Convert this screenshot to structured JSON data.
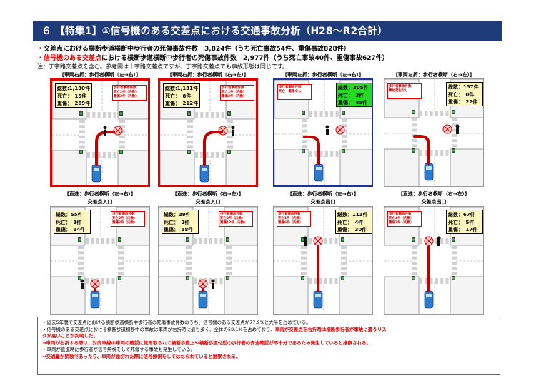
{
  "header": {
    "title": "６ 【特集1】①信号機のある交差点における交通事故分析（H28～R2合計）"
  },
  "summary": {
    "line1": "・交差点における横断歩道横断中歩行者の死傷事故件数　3,824件（うち死亡事故54件、重傷事故828件）",
    "line2_red": "信号機のある交差点",
    "line2_rest": "における横断歩道横断中歩行者の死傷事故件数　2,977件（うち死亡事故40件、重傷事故627件）",
    "line2_bullet": "・",
    "note": "注：丁字路交差点を含む。参考図は十字路交差点ですが、丁字路交差点でも事故形態は同じです。"
  },
  "panels": [
    {
      "title": "【車両右折：歩行者横断（左→右）】",
      "border": "red",
      "stats": [
        "総数:1,130件",
        "死亡：　15件",
        "重傷：　269件"
      ],
      "stats_color": "yellow",
      "stats_pos": "left",
      "redbox": [
        "歩行者事故件数",
        "死亡2件（内数）",
        "重傷2件（内数）"
      ],
      "redbox_pos": "right"
    },
    {
      "title": "【車両右折：歩行者横断（右→左）】",
      "border": "red",
      "stats": [
        "総数:1,131件",
        "死亡：　8件",
        "重傷：　212件"
      ],
      "stats_color": "yellow",
      "stats_pos": "left",
      "redbox": [
        "歩行者事故件数",
        "死亡1件（内数）",
        "重傷2件（内数）"
      ],
      "redbox_pos": "right"
    },
    {
      "title": "【車両左折：歩行者横断（左→右）】",
      "border": "blue",
      "stats": [
        "総数：305件",
        "死亡：　3件",
        "重傷：　45件"
      ],
      "stats_color": "green",
      "stats_pos": "right",
      "redbox": [
        "歩行者事故件数",
        "死亡・重傷なし"
      ],
      "redbox_pos": "left"
    },
    {
      "title": "【車両左折：歩行者横断（右→左）】",
      "border": "none",
      "stats": [
        "総数：137件",
        "死亡：　0件",
        "重傷：　22件"
      ],
      "stats_color": "yellow",
      "stats_pos": "right",
      "redbox": [
        "歩行者事故件数",
        "事故発生なし"
      ],
      "redbox_pos": "left"
    },
    {
      "title": "【直進：歩行者横断（左→右）】",
      "subtitle": "交差点入口",
      "border": "none",
      "stats": [
        "総数：55件",
        "死亡：　3件",
        "重傷：　14件"
      ],
      "stats_color": "yellow",
      "stats_pos": "left",
      "redbox": [
        "歩行者事故件数",
        "死亡2件（内数）",
        "重傷2件（内数）"
      ],
      "redbox_pos": "right"
    },
    {
      "title": "【直進：歩行者横断（右→左）】",
      "subtitle": "交差点入口",
      "border": "none",
      "stats": [
        "総数：39件",
        "死亡：　2件",
        "重傷：　18件"
      ],
      "stats_color": "yellow",
      "stats_pos": "left",
      "redbox": [
        "歩行者事故件数",
        "死亡2件（内数）",
        "重傷12件（内数）"
      ],
      "redbox_pos": "right"
    },
    {
      "title": "【直進：歩行者横断（左→右）】",
      "subtitle": "交差点出口",
      "border": "none",
      "stats": [
        "総数：113件",
        "死亡：　4件",
        "重傷：　30件"
      ],
      "stats_color": "yellow",
      "stats_pos": "right",
      "redbox": [
        "歩行者事故件数",
        "死亡1件（内数）",
        "重傷6件（内数）"
      ],
      "redbox_pos": "left"
    },
    {
      "title": "【直進：歩行者横断（右→左）】",
      "subtitle": "交差点出口",
      "border": "none",
      "stats": [
        "総数：67件",
        "死亡：　5件",
        "重傷：　17件"
      ],
      "stats_color": "yellow",
      "stats_pos": "right",
      "redbox": [
        "歩行者事故件数",
        "死亡4件（内数）",
        "重傷7件（内数）"
      ],
      "redbox_pos": "left"
    }
  ],
  "bottom": {
    "l1": "・過去5年間で交差点における横断歩道横断中歩行者の死傷事故件数のうち、信号機のある交差点が77.9%と大半を占めている。",
    "l2a": "・信号機のある交差点における横断歩道横断中の事故は車両が右折時に最も多く、全体の59.1%を占めており、",
    "l2b": "車両が交差点を右折時は横断歩行者が事故に遭うリス",
    "l3": "クが高いことが判明した。",
    "l4": "→車両が右折する際は、対向車線の車両の確認に気を取られて横断歩道上や横断歩道付近の歩行者の安全確認が不十分であるため発生していると推察される。",
    "l5": "・車両が直進時に歩行者が信号無視をして死傷する事故も発生している。",
    "l6": "→交通量が閑散であったり、車両が途切れた際に信号無視をしてはねられていると推察される。"
  },
  "colors": {
    "header_bg": "#1f3b7a",
    "accent_red": "#e00000",
    "border_blue": "#2030a0",
    "stats_yellow": "#fff7c0",
    "stats_green": "#22dd22"
  }
}
